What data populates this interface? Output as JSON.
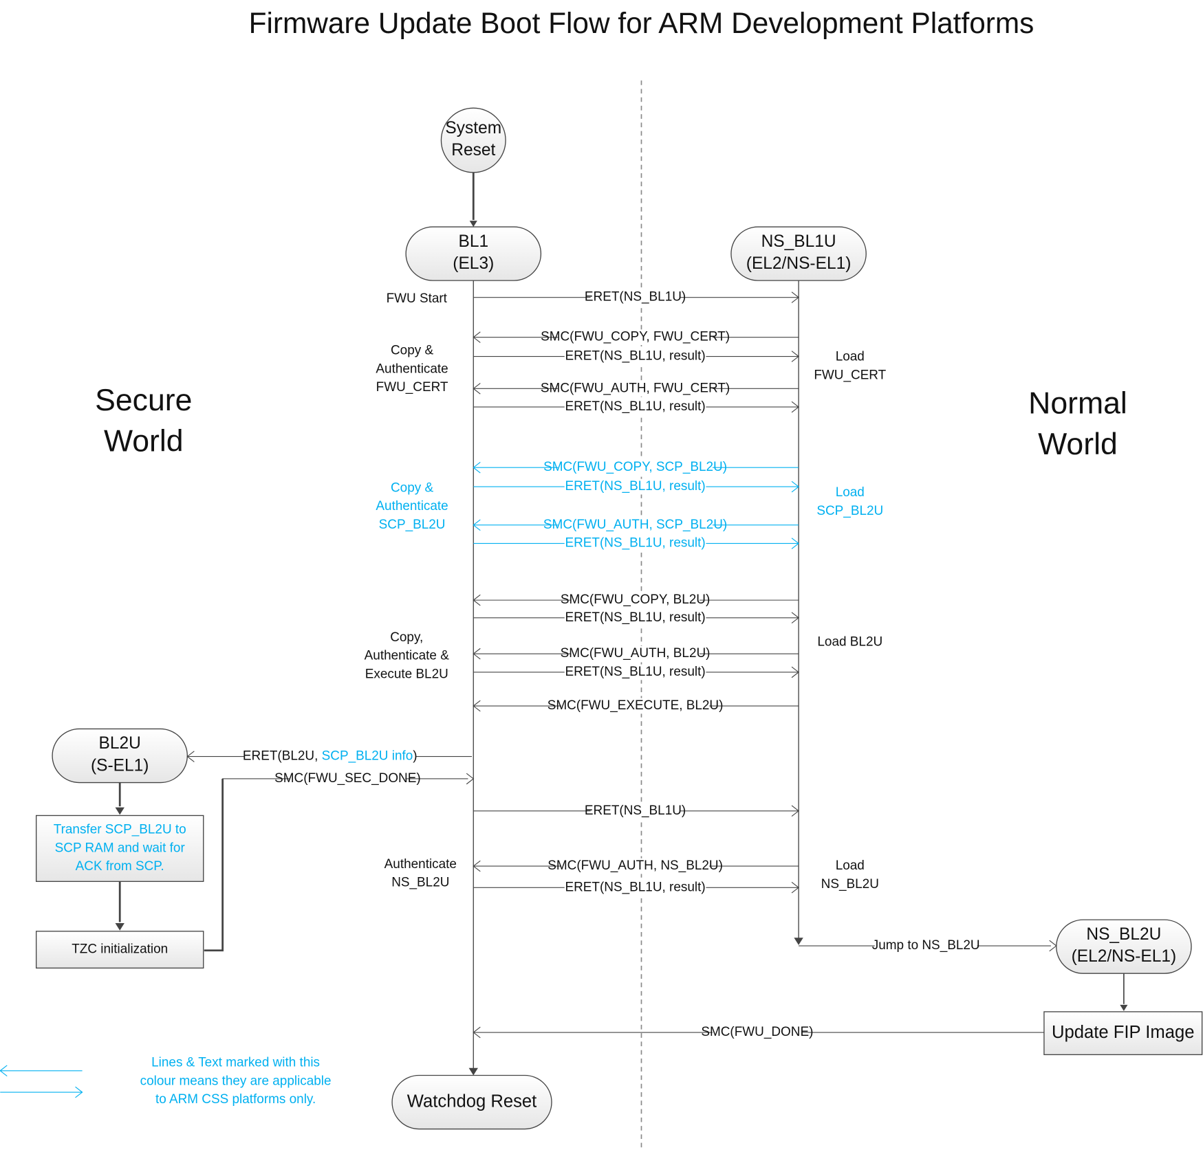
{
  "title": "Firmware Update Boot Flow for ARM Development Platforms",
  "colors": {
    "accent_blue": "#00b0f0",
    "line": "#444444",
    "text": "#111111"
  },
  "worlds": {
    "secure": [
      "Secure",
      "World"
    ],
    "normal": [
      "Normal",
      "World"
    ]
  },
  "nodes": {
    "system_reset": [
      "System",
      "Reset"
    ],
    "bl1": [
      "BL1",
      "(EL3)"
    ],
    "ns_bl1u": [
      "NS_BL1U",
      "(EL2/NS-EL1)"
    ],
    "bl2u": [
      "BL2U",
      "(S-EL1)"
    ],
    "ns_bl2u": [
      "NS_BL2U",
      "(EL2/NS-EL1)"
    ],
    "watchdog_reset": [
      "Watchdog Reset"
    ],
    "update_fip": [
      "Update FIP Image"
    ],
    "transfer_scp": [
      "Transfer SCP_BL2U to",
      "SCP RAM and wait for",
      "ACK from SCP."
    ],
    "tzc_init": [
      "TZC initialization"
    ]
  },
  "secure_notes": [
    {
      "lines": [
        "FWU Start"
      ],
      "blue": false
    },
    {
      "lines": [
        "Copy &",
        "Authenticate",
        "FWU_CERT"
      ],
      "blue": false
    },
    {
      "lines": [
        "Copy &",
        "Authenticate",
        "SCP_BL2U"
      ],
      "blue": true
    },
    {
      "lines": [
        "Copy,",
        "Authenticate &",
        "Execute BL2U"
      ],
      "blue": false
    },
    {
      "lines": [
        "Authenticate",
        "NS_BL2U"
      ],
      "blue": false
    }
  ],
  "normal_notes": [
    {
      "lines": [
        "Load",
        "FWU_CERT"
      ],
      "blue": false
    },
    {
      "lines": [
        "Load",
        "SCP_BL2U"
      ],
      "blue": true
    },
    {
      "lines": [
        "Load BL2U"
      ],
      "blue": false
    },
    {
      "lines": [
        "Load",
        "NS_BL2U"
      ],
      "blue": false
    }
  ],
  "messages": [
    {
      "label": "ERET(NS_BL1U)",
      "dir": "to-normal",
      "blue": false
    },
    {
      "label": "SMC(FWU_COPY, FWU_CERT)",
      "dir": "to-secure",
      "blue": false
    },
    {
      "label": "ERET(NS_BL1U, result)",
      "dir": "to-normal",
      "blue": false
    },
    {
      "label": "SMC(FWU_AUTH, FWU_CERT)",
      "dir": "to-secure",
      "blue": false
    },
    {
      "label": "ERET(NS_BL1U, result)",
      "dir": "to-normal",
      "blue": false
    },
    {
      "label": "SMC(FWU_COPY, SCP_BL2U)",
      "dir": "to-secure",
      "blue": true
    },
    {
      "label": "ERET(NS_BL1U, result)",
      "dir": "to-normal",
      "blue": true
    },
    {
      "label": "SMC(FWU_AUTH, SCP_BL2U)",
      "dir": "to-secure",
      "blue": true
    },
    {
      "label": "ERET(NS_BL1U, result)",
      "dir": "to-normal",
      "blue": true
    },
    {
      "label": "SMC(FWU_COPY, BL2U)",
      "dir": "to-secure",
      "blue": false
    },
    {
      "label": "ERET(NS_BL1U, result)",
      "dir": "to-normal",
      "blue": false
    },
    {
      "label": "SMC(FWU_AUTH, BL2U)",
      "dir": "to-secure",
      "blue": false
    },
    {
      "label": "ERET(NS_BL1U, result)",
      "dir": "to-normal",
      "blue": false
    },
    {
      "label": "SMC(FWU_EXECUTE, BL2U)",
      "dir": "to-secure",
      "blue": false
    },
    {
      "label": "ERET(NS_BL1U)",
      "dir": "to-normal",
      "blue": false
    },
    {
      "label": "SMC(FWU_AUTH, NS_BL2U)",
      "dir": "to-secure",
      "blue": false
    },
    {
      "label": "ERET(NS_BL1U, result)",
      "dir": "to-normal",
      "blue": false
    }
  ],
  "eret_bl2u": {
    "prefix": "ERET(BL2U, ",
    "blue_part": "SCP_BL2U info",
    "suffix": ")"
  },
  "smc_sec_done": "SMC(FWU_SEC_DONE)",
  "jump_ns_bl2u": "Jump to NS_BL2U",
  "smc_fwu_done": "SMC(FWU_DONE)",
  "legend": [
    "Lines & Text marked with this",
    "colour means they are applicable",
    "to ARM CSS platforms only."
  ]
}
